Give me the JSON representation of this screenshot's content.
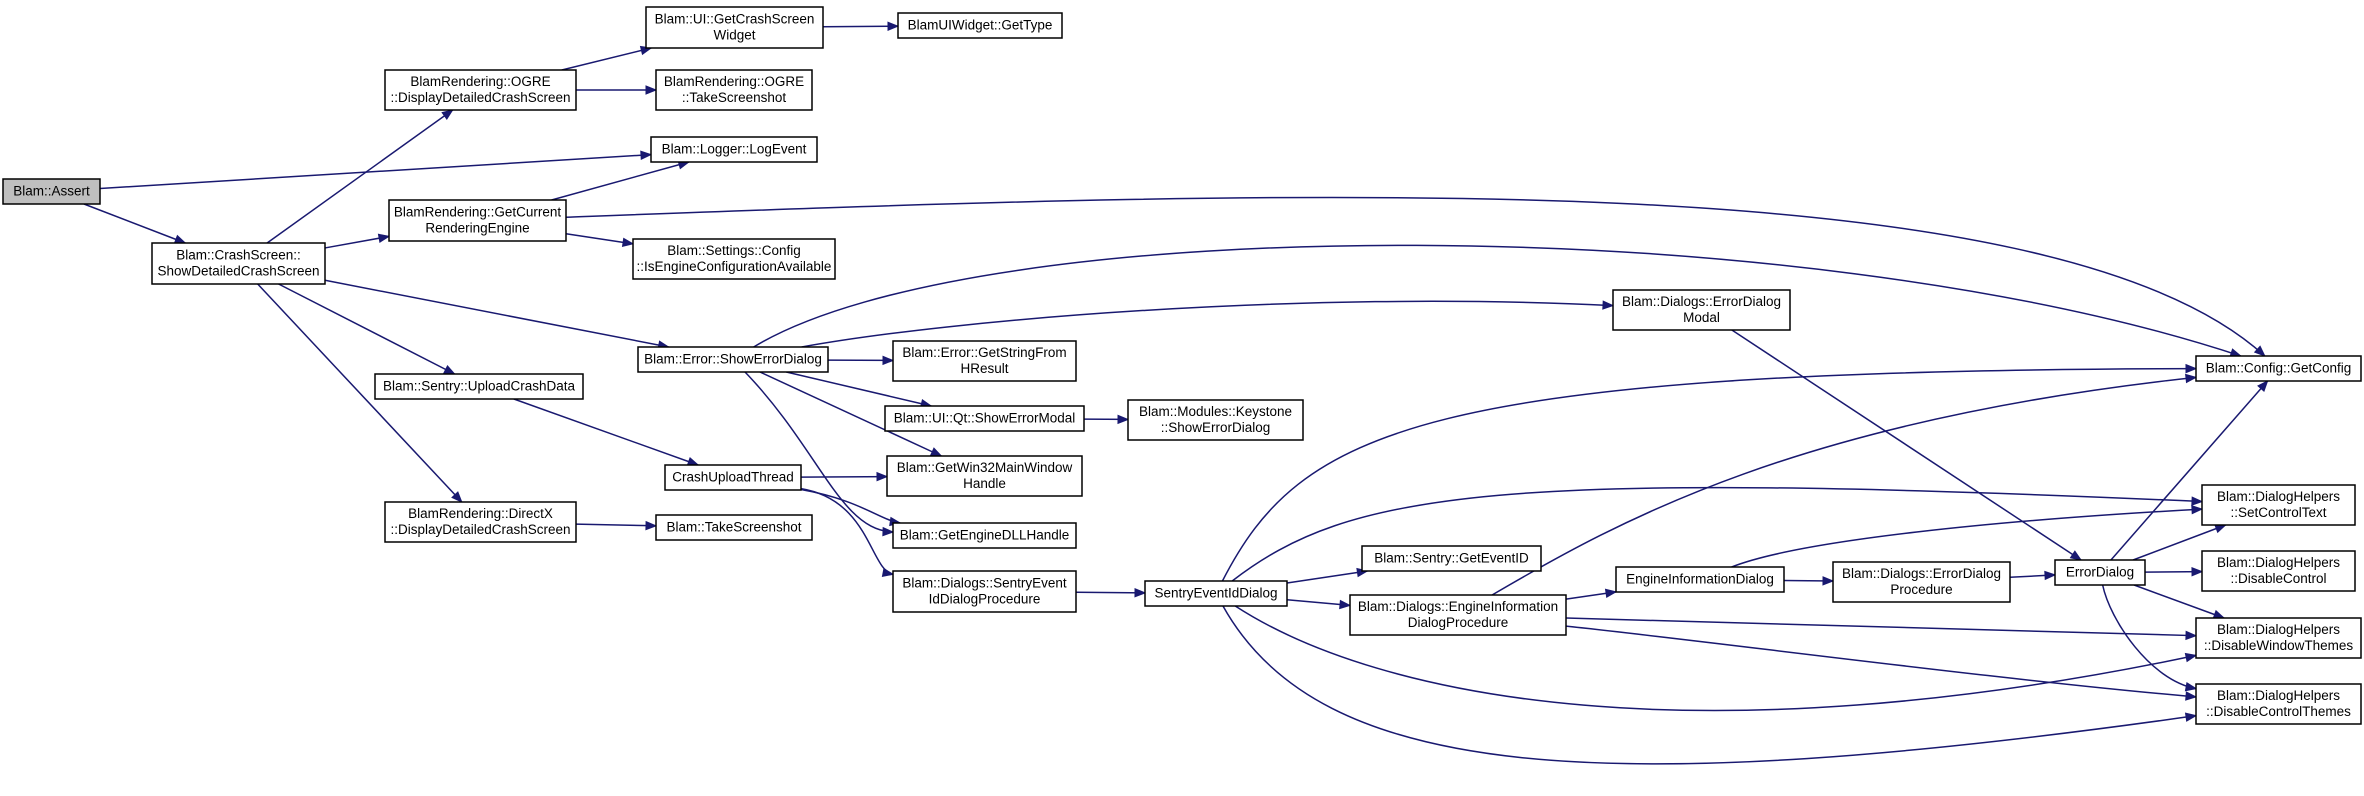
{
  "diagram": {
    "type": "call-graph",
    "colors": {
      "edge": "#191970",
      "node_border": "#000000",
      "node_fill": "#ffffff",
      "root_fill": "#bfbfbf"
    },
    "nodes": [
      {
        "id": "assert",
        "lines": [
          "Blam::Assert"
        ],
        "root": true
      },
      {
        "id": "crashscreen",
        "lines": [
          "Blam::CrashScreen::",
          "ShowDetailedCrashScreen"
        ]
      },
      {
        "id": "ogre_display",
        "lines": [
          "BlamRendering::OGRE",
          "::DisplayDetailedCrashScreen"
        ]
      },
      {
        "id": "getrenderengine",
        "lines": [
          "BlamRendering::GetCurrent",
          "RenderingEngine"
        ]
      },
      {
        "id": "sentry_upload",
        "lines": [
          "Blam::Sentry::UploadCrashData"
        ]
      },
      {
        "id": "dx_display",
        "lines": [
          "BlamRendering::DirectX",
          "::DisplayDetailedCrashScreen"
        ]
      },
      {
        "id": "ui_getcrash",
        "lines": [
          "Blam::UI::GetCrashScreen",
          "Widget"
        ]
      },
      {
        "id": "ogre_screenshot",
        "lines": [
          "BlamRendering::OGRE",
          "::TakeScreenshot"
        ]
      },
      {
        "id": "logger",
        "lines": [
          "Blam::Logger::LogEvent"
        ]
      },
      {
        "id": "settings_config",
        "lines": [
          "Blam::Settings::Config",
          "::IsEngineConfigurationAvailable"
        ]
      },
      {
        "id": "showerrordialog",
        "lines": [
          "Blam::Error::ShowErrorDialog"
        ]
      },
      {
        "id": "crashupload",
        "lines": [
          "CrashUploadThread"
        ]
      },
      {
        "id": "takescreenshot",
        "lines": [
          "Blam::TakeScreenshot"
        ]
      },
      {
        "id": "widget_gettype",
        "lines": [
          "BlamUIWidget::GetType"
        ]
      },
      {
        "id": "getstringfrom",
        "lines": [
          "Blam::Error::GetStringFrom",
          "HResult"
        ]
      },
      {
        "id": "qt_showerror",
        "lines": [
          "Blam::UI::Qt::ShowErrorModal"
        ]
      },
      {
        "id": "win32handle",
        "lines": [
          "Blam::GetWin32MainWindow",
          "Handle"
        ]
      },
      {
        "id": "dllhandle",
        "lines": [
          "Blam::GetEngineDLLHandle"
        ]
      },
      {
        "id": "sentryevent_proc",
        "lines": [
          "Blam::Dialogs::SentryEvent",
          "IdDialogProcedure"
        ]
      },
      {
        "id": "keystone",
        "lines": [
          "Blam::Modules::Keystone",
          "::ShowErrorDialog"
        ]
      },
      {
        "id": "sentryiddialog",
        "lines": [
          "SentryEventIdDialog"
        ]
      },
      {
        "id": "errordialogmodal",
        "lines": [
          "Blam::Dialogs::ErrorDialog",
          "Modal"
        ]
      },
      {
        "id": "geteventid",
        "lines": [
          "Blam::Sentry::GetEventID"
        ]
      },
      {
        "id": "enginfo_proc",
        "lines": [
          "Blam::Dialogs::EngineInformation",
          "DialogProcedure"
        ]
      },
      {
        "id": "enginfodialog",
        "lines": [
          "EngineInformationDialog"
        ]
      },
      {
        "id": "errordialog_proc",
        "lines": [
          "Blam::Dialogs::ErrorDialog",
          "Procedure"
        ]
      },
      {
        "id": "errordialog",
        "lines": [
          "ErrorDialog"
        ]
      },
      {
        "id": "getconfig",
        "lines": [
          "Blam::Config::GetConfig"
        ]
      },
      {
        "id": "setcontroltext",
        "lines": [
          "Blam::DialogHelpers",
          "::SetControlText"
        ]
      },
      {
        "id": "disablecontrol",
        "lines": [
          "Blam::DialogHelpers",
          "::DisableControl"
        ]
      },
      {
        "id": "disablewindowthemes",
        "lines": [
          "Blam::DialogHelpers",
          "::DisableWindowThemes"
        ]
      },
      {
        "id": "disablecontrolthemes",
        "lines": [
          "Blam::DialogHelpers",
          "::DisableControlThemes"
        ]
      }
    ],
    "edges": [
      [
        "assert",
        "crashscreen"
      ],
      [
        "assert",
        "logger"
      ],
      [
        "crashscreen",
        "ogre_display"
      ],
      [
        "crashscreen",
        "getrenderengine"
      ],
      [
        "crashscreen",
        "showerrordialog"
      ],
      [
        "crashscreen",
        "sentry_upload"
      ],
      [
        "crashscreen",
        "dx_display"
      ],
      [
        "ogre_display",
        "ui_getcrash"
      ],
      [
        "ogre_display",
        "ogre_screenshot"
      ],
      [
        "ui_getcrash",
        "widget_gettype"
      ],
      [
        "getrenderengine",
        "logger"
      ],
      [
        "getrenderengine",
        "settings_config"
      ],
      [
        "getrenderengine",
        "getconfig"
      ],
      [
        "sentry_upload",
        "crashupload"
      ],
      [
        "dx_display",
        "takescreenshot"
      ],
      [
        "showerrordialog",
        "getconfig"
      ],
      [
        "showerrordialog",
        "errordialogmodal"
      ],
      [
        "showerrordialog",
        "getstringfrom"
      ],
      [
        "showerrordialog",
        "qt_showerror"
      ],
      [
        "showerrordialog",
        "win32handle"
      ],
      [
        "showerrordialog",
        "dllhandle"
      ],
      [
        "qt_showerror",
        "keystone"
      ],
      [
        "crashupload",
        "win32handle"
      ],
      [
        "crashupload",
        "dllhandle"
      ],
      [
        "crashupload",
        "sentryevent_proc"
      ],
      [
        "sentryevent_proc",
        "sentryiddialog"
      ],
      [
        "sentryiddialog",
        "geteventid"
      ],
      [
        "sentryiddialog",
        "enginfo_proc"
      ],
      [
        "sentryiddialog",
        "getconfig"
      ],
      [
        "sentryiddialog",
        "setcontroltext"
      ],
      [
        "sentryiddialog",
        "disablewindowthemes"
      ],
      [
        "sentryiddialog",
        "disablecontrolthemes"
      ],
      [
        "enginfo_proc",
        "enginfodialog"
      ],
      [
        "enginfo_proc",
        "getconfig"
      ],
      [
        "enginfo_proc",
        "disablewindowthemes"
      ],
      [
        "enginfo_proc",
        "disablecontrolthemes"
      ],
      [
        "enginfodialog",
        "errordialog_proc"
      ],
      [
        "enginfodialog",
        "setcontroltext"
      ],
      [
        "errordialog_proc",
        "errordialog"
      ],
      [
        "errordialogmodal",
        "errordialog"
      ],
      [
        "errordialog",
        "getconfig"
      ],
      [
        "errordialog",
        "setcontroltext"
      ],
      [
        "errordialog",
        "disablecontrol"
      ],
      [
        "errordialog",
        "disablewindowthemes"
      ],
      [
        "errordialog",
        "disablecontrolthemes"
      ]
    ]
  }
}
